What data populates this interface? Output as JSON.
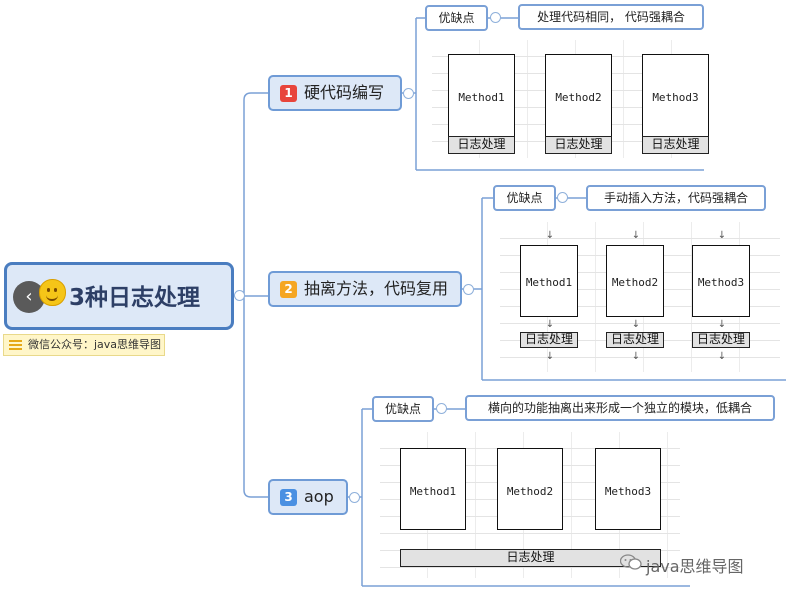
{
  "root": {
    "title": "3种日志处理",
    "back_icon": "chevron-left-icon",
    "emoji_icon": "smiling-face-icon"
  },
  "note": {
    "text": "微信公众号：java思维导图"
  },
  "colors": {
    "badge_1": "#e8453c",
    "badge_2": "#f5a623",
    "badge_3": "#4a90e2",
    "topic_bg": "#dde8f7",
    "topic_border": "#6f9bd6",
    "connector": "#7aa0d6"
  },
  "topics": [
    {
      "badge": "1",
      "label": "硬代码编写",
      "pros_label": "优缺点",
      "pros_text": "处理代码相同， 代码强耦合",
      "methods": [
        "Method1",
        "Method2",
        "Method3"
      ],
      "log_label": "日志处理"
    },
    {
      "badge": "2",
      "label": "抽离方法，代码复用",
      "pros_label": "优缺点",
      "pros_text": "手动插入方法，代码强耦合",
      "methods": [
        "Method1",
        "Method2",
        "Method3"
      ],
      "log_label": "日志处理",
      "arrow": "↓"
    },
    {
      "badge": "3",
      "label": "aop",
      "pros_label": "优缺点",
      "pros_text": "横向的功能抽离出来形成一个独立的模块，低耦合",
      "methods": [
        "Method1",
        "Method2",
        "Method3"
      ],
      "log_label": "日志处理"
    }
  ],
  "watermark": {
    "text": "java思维导图"
  }
}
